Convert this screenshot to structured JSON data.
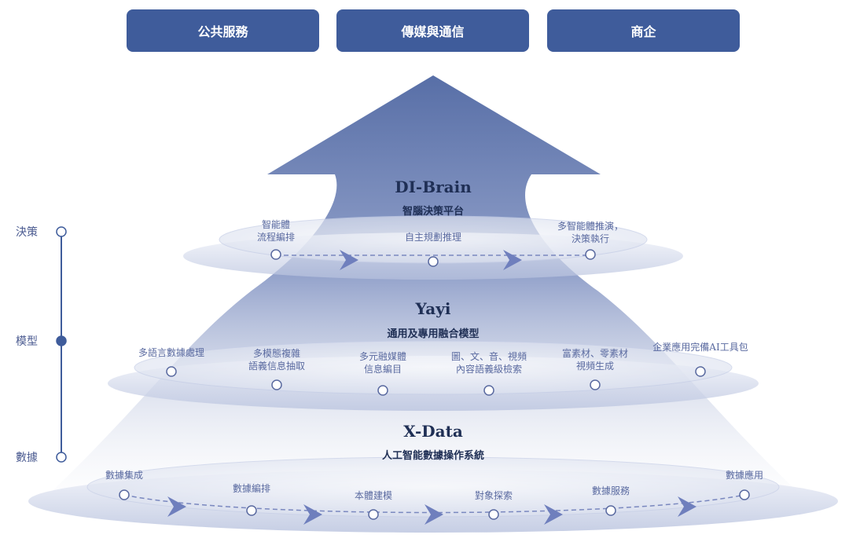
{
  "top_boxes": [
    "公共服務",
    "傳媒與通信",
    "商企"
  ],
  "levels": {
    "decision": {
      "label": "決策",
      "title": "DI-Brain",
      "subtitle": "智腦決策平台",
      "nodes": [
        {
          "lines": [
            "智能體",
            "流程編排"
          ]
        },
        {
          "lines": [
            "自主規劃推理"
          ]
        },
        {
          "lines": [
            "多智能體推演，",
            "決策執行"
          ]
        }
      ]
    },
    "model": {
      "label": "模型",
      "title": "Yayi",
      "subtitle": "通用及專用融合模型",
      "nodes": [
        {
          "lines": [
            "多語言數據處理"
          ]
        },
        {
          "lines": [
            "多模態複雜",
            "語義信息抽取"
          ]
        },
        {
          "lines": [
            "多元融媒體",
            "信息編目"
          ]
        },
        {
          "lines": [
            "圖、文、音、視頻",
            "內容語義級檢索"
          ]
        },
        {
          "lines": [
            "富素材、零素材",
            "視頻生成"
          ]
        },
        {
          "lines": [
            "企業應用完備AI工具包"
          ]
        }
      ]
    },
    "data": {
      "label": "數據",
      "title": "X-Data",
      "subtitle": "人工智能數據操作系統",
      "nodes": [
        {
          "lines": [
            "數據集成"
          ]
        },
        {
          "lines": [
            "數據編排"
          ]
        },
        {
          "lines": [
            "本體建模"
          ]
        },
        {
          "lines": [
            "對象探索"
          ]
        },
        {
          "lines": [
            "數據服務"
          ]
        },
        {
          "lines": [
            "數據應用"
          ]
        }
      ]
    }
  },
  "colors": {
    "primary": "#3f5c9b",
    "dark": "#1f2f55",
    "ring": "#c9d0e6"
  }
}
